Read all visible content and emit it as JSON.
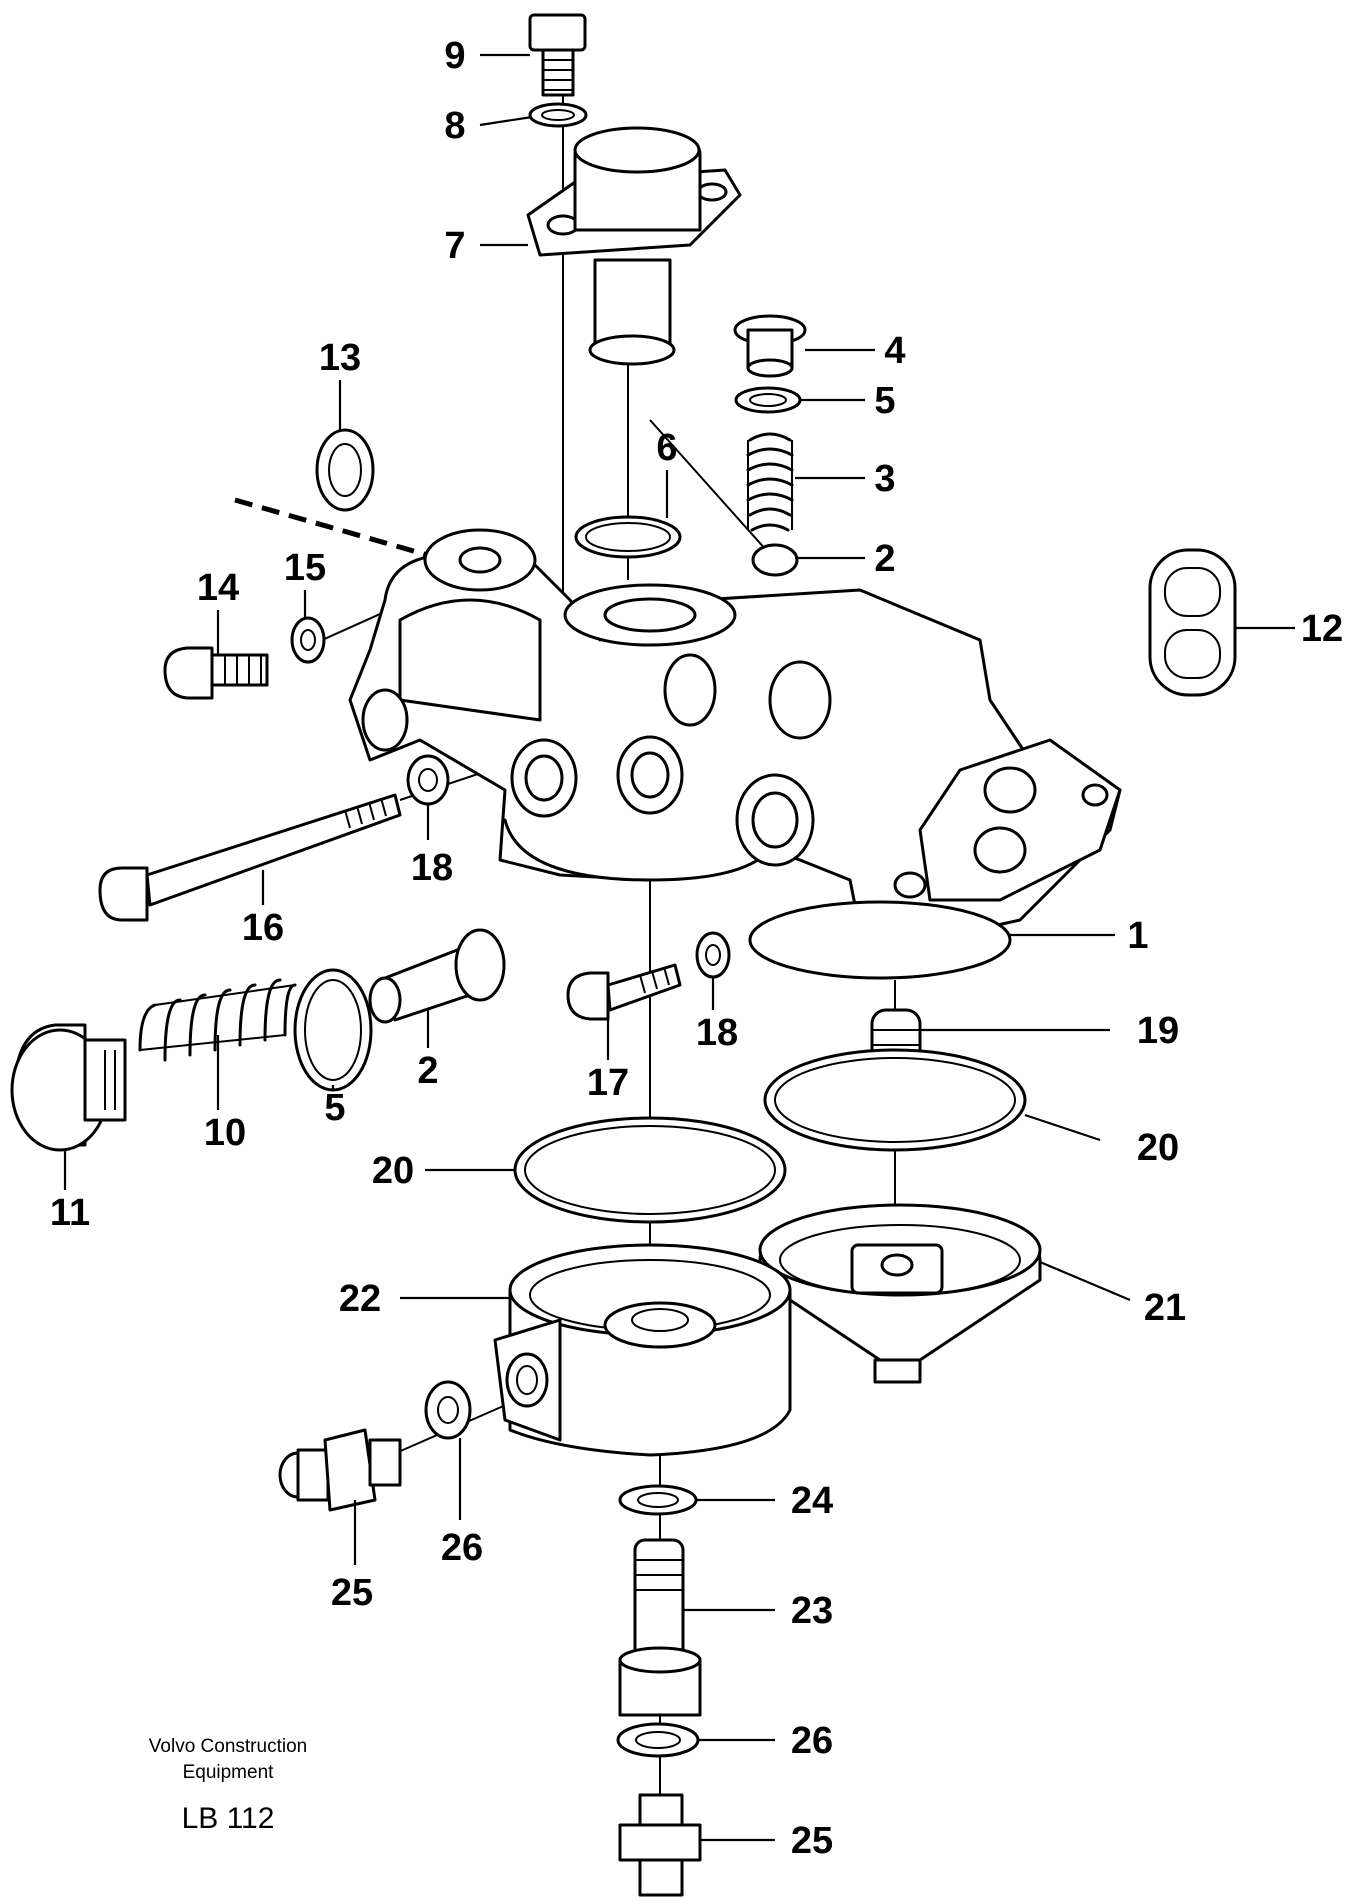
{
  "labels": {
    "p1": "1",
    "p2a": "2",
    "p2b": "2",
    "p3": "3",
    "p4": "4",
    "p5a": "5",
    "p5b": "5",
    "p6": "6",
    "p7": "7",
    "p8": "8",
    "p9": "9",
    "p10": "10",
    "p11": "11",
    "p12": "12",
    "p13": "13",
    "p14": "14",
    "p15": "15",
    "p16": "16",
    "p17": "17",
    "p18a": "18",
    "p18b": "18",
    "p19": "19",
    "p20a": "20",
    "p20b": "20",
    "p21": "21",
    "p22": "22",
    "p23": "23",
    "p24": "24",
    "p25a": "25",
    "p25b": "25",
    "p26a": "26",
    "p26b": "26"
  },
  "caption": {
    "company_line1": "Volvo Construction",
    "company_line2": "Equipment",
    "code": "LB 112"
  }
}
